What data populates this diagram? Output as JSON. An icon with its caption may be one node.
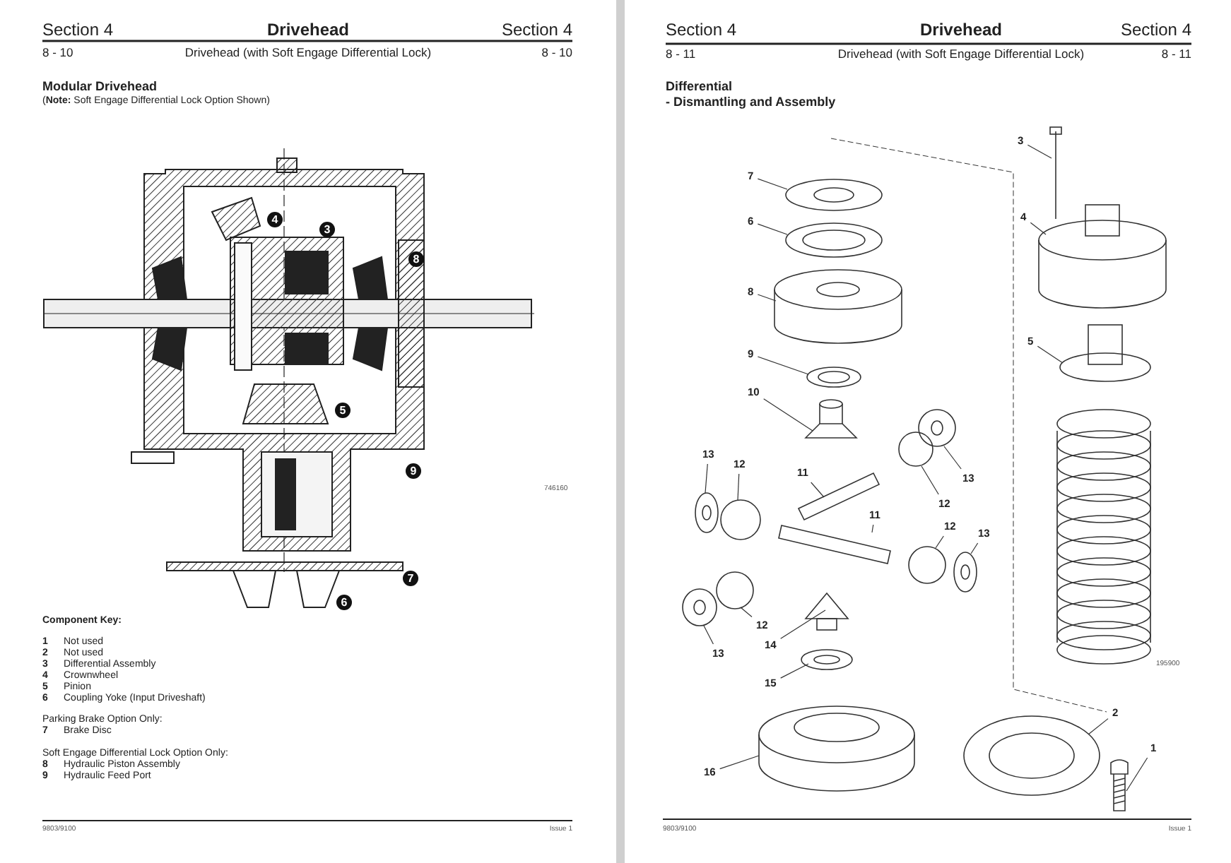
{
  "diagram": {
    "nodes": [
      {
        "text": [
          "3"
        ]
      },
      {
        "text": [
          "7"
        ]
      },
      {
        "text": [
          "4"
        ]
      },
      {
        "text": [
          "6"
        ]
      },
      {
        "text": [
          "8"
        ]
      },
      {
        "text": [
          "5"
        ]
      },
      {
        "text": [
          "9"
        ]
      },
      {
        "text": [
          "10"
        ]
      },
      {
        "text": [
          "13"
        ]
      },
      {
        "text": [
          "12"
        ]
      },
      {
        "text": [
          "11"
        ]
      },
      {
        "text": [
          "13"
        ]
      },
      {
        "text": [
          "12"
        ]
      },
      {
        "text": [
          "11"
        ]
      },
      {
        "text": [
          "12"
        ]
      },
      {
        "text": [
          "13"
        ]
      },
      {
        "text": [
          "12"
        ]
      },
      {
        "text": [
          "14"
        ]
      },
      {
        "text": [
          "13"
        ]
      },
      {
        "text": [
          "15"
        ]
      },
      {
        "text": [
          "2"
        ]
      },
      {
        "text": [
          "1"
        ]
      },
      {
        "text": [
          "16"
        ]
      }
    ],
    "edges": [
      {
        "from": 0,
        "to": null,
        "arrow": "none"
      },
      {
        "from": 1,
        "to": null,
        "arrow": "none"
      },
      {
        "from": 2,
        "to": null,
        "arrow": "none"
      },
      {
        "from": 3,
        "to": null,
        "arrow": "none"
      },
      {
        "from": 4,
        "to": null,
        "arrow": "none"
      },
      {
        "from": 5,
        "to": null,
        "arrow": "none"
      },
      {
        "from": 6,
        "to": null,
        "arrow": "none"
      },
      {
        "from": 7,
        "to": null,
        "arrow": "none"
      },
      {
        "from": 8,
        "to": null,
        "arrow": "none"
      },
      {
        "from": 9,
        "to": null,
        "arrow": "none"
      },
      {
        "from": 10,
        "to": null,
        "arrow": "none"
      },
      {
        "from": 11,
        "to": null,
        "arrow": "none"
      },
      {
        "from": 12,
        "to": null,
        "arrow": "none"
      },
      {
        "from": 13,
        "to": null,
        "arrow": "none"
      },
      {
        "from": 14,
        "to": null,
        "arrow": "none"
      },
      {
        "from": 15,
        "to": null,
        "arrow": "none"
      },
      {
        "from": 16,
        "to": null,
        "arrow": "none"
      },
      {
        "from": 17,
        "to": null,
        "arrow": "none"
      },
      {
        "from": 18,
        "to": null,
        "arrow": "none"
      },
      {
        "from": 19,
        "to": null,
        "arrow": "none"
      },
      {
        "from": 20,
        "to": null,
        "arrow": "none"
      },
      {
        "from": 21,
        "to": null,
        "arrow": "none"
      },
      {
        "from": 22,
        "to": null,
        "arrow": "none"
      }
    ],
    "labels": [
      "Section 4",
      "Drivehead",
      "Section 4",
      "8 - 10",
      "Drivehead (with Soft Engage Differential Lock)",
      "8 - 10",
      "Modular Drivehead",
      "(**Note:** Soft Engage Differential Lock Option Shown)",
      "4",
      "3",
      "8",
      "5",
      "9",
      "7",
      "6",
      "746160",
      "Component Key:",
      "1",
      "Not used",
      "2",
      "Not used",
      "3",
      "Differential Assembly",
      "4",
      "Crownwheel",
      "5",
      "Pinion",
      "6",
      "Coupling Yoke (Input Driveshaft)",
      "Parking Brake Option Only:",
      "7",
      "Brake Disc",
      "Soft Engage Differential Lock Option Only:",
      "8",
      "Hydraulic Piston Assembly",
      "9",
      "Hydraulic Feed Port",
      "9803/9100",
      "Issue 1",
      "Section 4",
      "Drivehead",
      "Section 4",
      "8 - 11",
      "Drivehead (with Soft Engage Differential Lock)",
      "8 - 11",
      "Differential",
      "- Dismantling and Assembly",
      "195900",
      "9803/9100",
      "Issue 1"
    ]
  }
}
